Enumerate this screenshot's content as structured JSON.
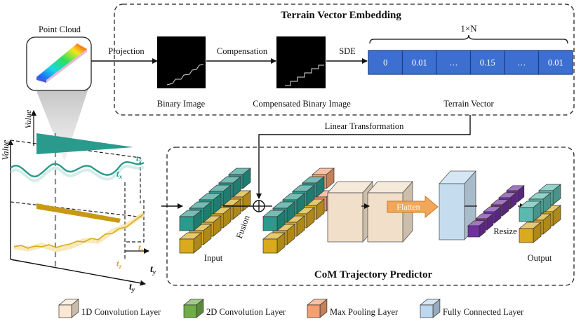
{
  "point_cloud": {
    "title": "Point Cloud"
  },
  "embedding": {
    "title": "Terrain Vector Embedding",
    "projection_label": "Projection",
    "compensation_label": "Compensation",
    "sde_label": "SDE",
    "binary_caption": "Binary Image",
    "compensated_caption": "Compensated Binary Image",
    "vector_caption": "Terrain Vector",
    "vector_dim": "1×N",
    "vector_cells": [
      "0",
      "0.01",
      "…",
      "0.15",
      "…",
      "0.01"
    ],
    "linear_label": "Linear Transformation"
  },
  "left_plots": {
    "value_small": "Value",
    "value_large": "Value",
    "tx_top": "x",
    "tx_mid": "x",
    "tz_a": "z",
    "tz_b": "z",
    "ty_axis": "y",
    "ty_axis_small": "y",
    "t_letter": "t"
  },
  "predictor": {
    "title": "CoM Trajectory Predictor",
    "input_label": "Input",
    "fusion_label": "Fusion",
    "flatten_label": "Flatten",
    "resize_label": "Resize",
    "output_label": "Output",
    "plus_symbol": "+"
  },
  "legend": [
    {
      "label": "1D Convolution Layer",
      "color": "#fbe8d3"
    },
    {
      "label": "2D Convolution Layer",
      "color": "#70ad47"
    },
    {
      "label": "Max Pooling Layer",
      "color": "#f4a070"
    },
    {
      "label": "Fully Connected Layer",
      "color": "#bdd7ee"
    }
  ],
  "colors": {
    "teal": "#2a9a8c",
    "gold": "#d9aa1e",
    "purple": "#7030a0",
    "vector_blue": "#3d6fd1",
    "conv1d": "#f1dfc9",
    "fc": "#c5dcef",
    "flatten": "#f2a65a"
  }
}
